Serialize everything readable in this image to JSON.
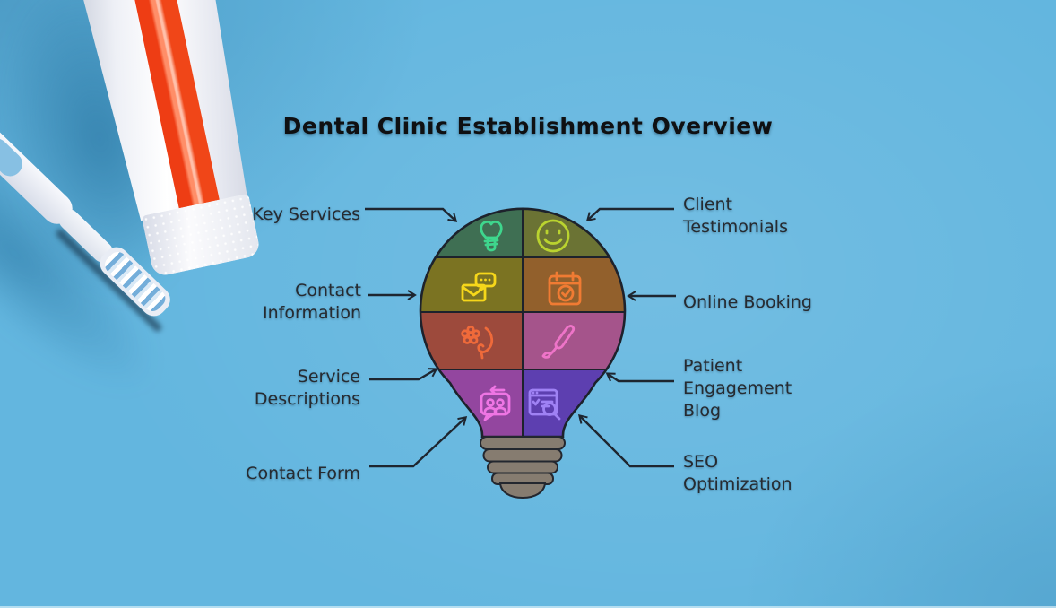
{
  "title": "Dental Clinic Establishment Overview",
  "colors": {
    "background": "#63b6df",
    "outline": "#1d222c",
    "arrow": "#1e2630",
    "label_text": "#262b31",
    "screw_base": "#867c70"
  },
  "segments": [
    {
      "id": "key-services",
      "label": "Key Services",
      "fill": "#3f6f53",
      "icon": "dental-implant-icon",
      "icon_color": "#3ed68d"
    },
    {
      "id": "client-testimonials",
      "label": "Client Testimonials",
      "fill": "#6b7334",
      "icon": "smiley-face-icon",
      "icon_color": "#bad32f"
    },
    {
      "id": "contact-information",
      "label": "Contact Information",
      "fill": "#7b7322",
      "icon": "email-message-icon",
      "icon_color": "#f6d71a"
    },
    {
      "id": "online-booking",
      "label": "Online Booking",
      "fill": "#92602c",
      "icon": "calendar-check-icon",
      "icon_color": "#f07b33"
    },
    {
      "id": "service-descriptions",
      "label": "Service Descriptions",
      "fill": "#9d4a3c",
      "icon": "flower-in-hand-icon",
      "icon_color": "#ef6a3a"
    },
    {
      "id": "patient-engagement-blog",
      "label": "Patient Engagement Blog",
      "fill": "#a5548b",
      "icon": "pen-writing-icon",
      "icon_color": "#ee74c8"
    },
    {
      "id": "contact-form",
      "label": "Contact Form",
      "fill": "#93469f",
      "icon": "people-chat-icon",
      "icon_color": "#ef75e4"
    },
    {
      "id": "seo-optimization",
      "label": "SEO Optimization",
      "fill": "#5d3fb0",
      "icon": "seo-search-icon",
      "icon_color": "#9f82f4"
    }
  ]
}
